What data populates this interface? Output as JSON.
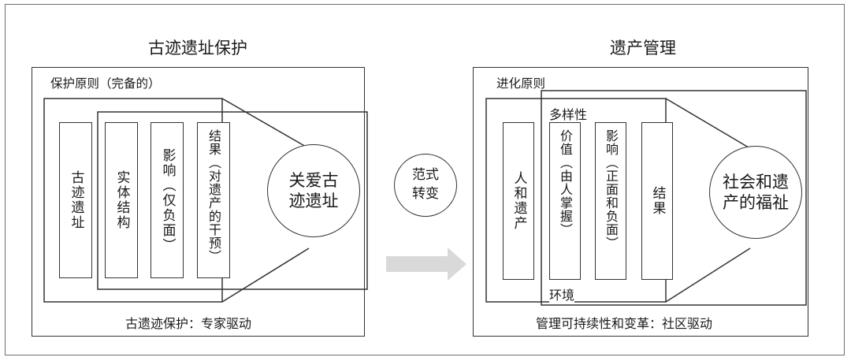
{
  "left": {
    "title": "古迹遗址保护",
    "principle": "保护原则（完备的）",
    "columns": [
      "古迹遗址",
      "实体结构",
      "影响（仅负面）",
      "结果（对遗产的干预）"
    ],
    "circle": "关爱古迹遗址",
    "footer": "古遗迹保护：专家驱动"
  },
  "middle": {
    "circle": "范式转变"
  },
  "right": {
    "title": "遗产管理",
    "principle": "进化原则",
    "diversity": "多样性",
    "environment": "环境",
    "columns": [
      "人和遗产",
      "价值（由人掌握）",
      "影响（正面和负面）",
      "结果"
    ],
    "circle": "社会和遗产的福祉",
    "footer": "管理可持续性和变革：社区驱动"
  },
  "colors": {
    "line": "#333333",
    "arrow": "#d9d9d9",
    "frame": "#6f6f6f"
  }
}
